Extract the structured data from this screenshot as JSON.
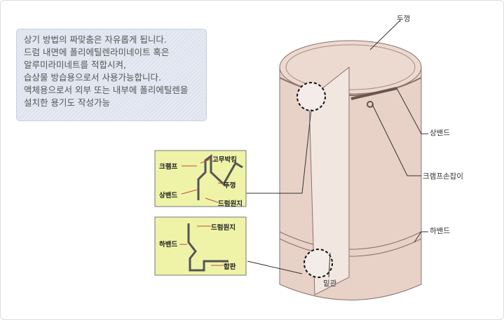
{
  "description_lines": [
    "상기 방법의 짜맞춤은 자유롭게 됩니다.",
    "드럼 내면에 폴리에틸렌라미네이트 혹은",
    "알루미라미네트를 적합시켜,",
    "습상물 방습용으로서 사용가능합니다.",
    "액체용으로서 외부 또는 내부에 폴리에틸렌을",
    "설치한 용기도 작성가능"
  ],
  "labels": {
    "lid": "두껑",
    "upper_band": "상밴드",
    "clamp_handle": "크램프손잡이",
    "lower_band": "하밴드",
    "bottom": "밑관"
  },
  "top_detail": {
    "clamp": "크램프",
    "rubber_packing": "고무박킹",
    "lid": "뚜껑",
    "upper_band": "상밴드",
    "drum_paper": "드럼원지"
  },
  "bottom_detail": {
    "drum_paper": "드럼원지",
    "lower_band": "하밴드",
    "plywood": "합판"
  },
  "colors": {
    "drum": "#e8d2c8",
    "inset_bg": "#eef3a8"
  }
}
